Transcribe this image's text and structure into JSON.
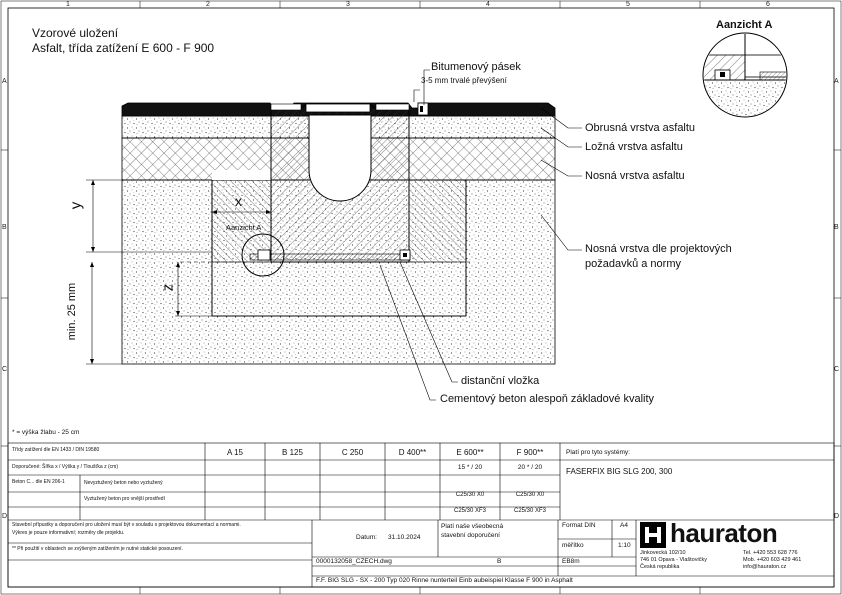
{
  "title": {
    "line1": "Vzorové uložení",
    "line2": "Asfalt, třída zatížení E 600 - F 900"
  },
  "view_title": "Aanzicht A",
  "border": {
    "cols": [
      "1",
      "2",
      "3",
      "4",
      "5",
      "6"
    ],
    "rows": [
      "A",
      "B",
      "C",
      "D"
    ]
  },
  "labels": {
    "bitumen_tape": "Bitumenový pásek",
    "overlap": "3-5 mm trvalé převýšení",
    "wearing_course": "Obrusná vrstva asfaltu",
    "binder_course": "Ložná vrstva asfaltu",
    "base_course": "Nosná vrstva asfaltu",
    "subbase_line1": "Nosná vrstva dle projektových",
    "subbase_line2": "požadavků a normy",
    "spacer": "distanční vložka",
    "concrete": "Cementový beton alespoň základové kvality",
    "view_a": "Aanzicht A",
    "dim_x": "x",
    "dim_y": "y",
    "dim_z": "z",
    "dim_min": "min. 25 mm",
    "footnote": "* = výška žlabu - 25 cm"
  },
  "table": {
    "row_header": "Třídy zatížení dle EN 1433 / DIN 19580",
    "classes": [
      "A 15",
      "B 125",
      "C 250",
      "D 400**",
      "E 600**",
      "F 900**"
    ],
    "row_dim_label": "Doporučené: Šířka x / Výška y / Tloušťka z (cm)",
    "e600_dims": "15 * / 20",
    "f900_dims": "20 * / 20",
    "row_concrete_label": "Beton C... dle EN 206-1",
    "row_concrete_sub1": "Nevyztužený beton nebo vyztužený",
    "row_concrete_sub2": "Vyztužený beton pro vnější prostředí",
    "c25_x0": "C25/30 X0",
    "c25_xf3": "C25/30 XF3",
    "valid_for_label": "Platí pro tyto systémy:",
    "systems": "FASERFIX BIG SLG 200, 300"
  },
  "notes": {
    "n1": "Stavební přípustky a doporučení pro uložení musí být v souladu s projektovou dokumentací a normami.",
    "n2": "Výkres je pouze informativní; rozměry dle projektu.",
    "n3": "** Při použití v oblastech se zvýšeným zatížením je nutné statické posouzení."
  },
  "title_block": {
    "date_label": "Datum:",
    "date": "31.10.2024",
    "valid_note_line1": "Platí naše všeobecná",
    "valid_note_line2": "stavební doporučení",
    "file": "0000132058_CZECH.dwg",
    "rev": "B",
    "format_label": "Format DIN",
    "format": "A4",
    "scale_label": "měřítko",
    "scale": "1:10",
    "drawn": "EB8m",
    "description": "F.F. BIG SLG - SX - 200 Typ 020 Rinne nunterteil Einb aubeispiel Klasse F 900 in Asphalt"
  },
  "company": {
    "name": "hauraton",
    "address1": "Jinkovecká 102/10",
    "address2": "746 01 Opava - Vlaštovičky",
    "address3": "Česká republika",
    "tel": "Tel. +420 553 628 776",
    "mob": "Mob. +420 603 429 461",
    "email": "info@hauraton.cz"
  }
}
